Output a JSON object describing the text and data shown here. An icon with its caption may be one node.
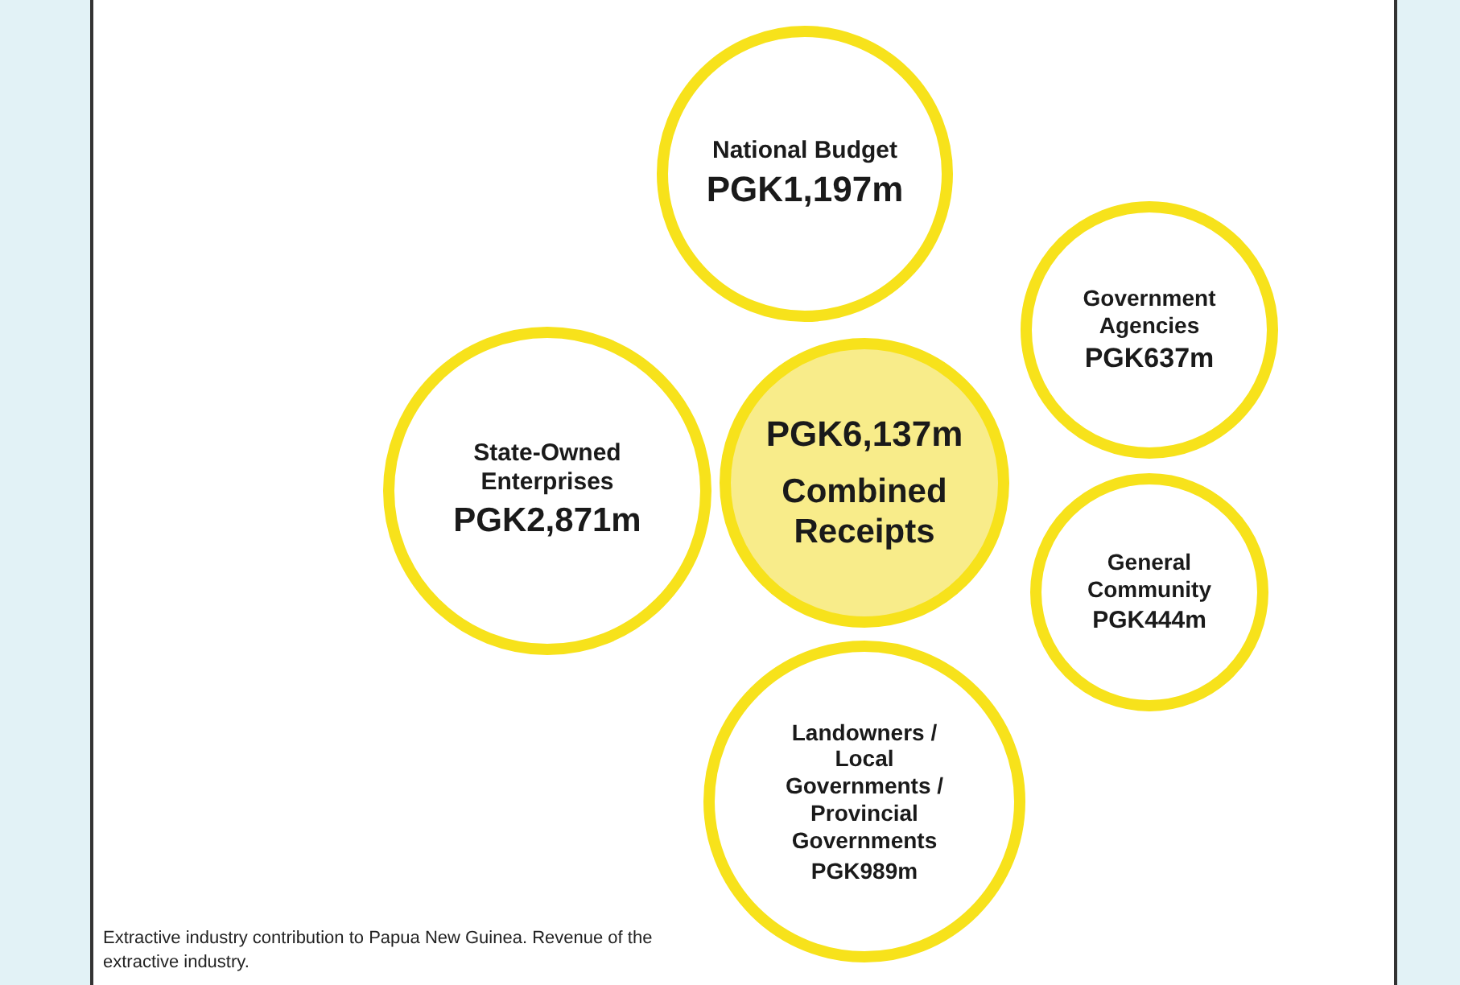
{
  "diagram": {
    "caption": "Extractive industry contribution to Papua New Guinea. Revenue of the extractive industry.",
    "nodes": [
      {
        "text": [
          "National Budget",
          "PGK1,197m"
        ]
      },
      {
        "text": [
          "Government Agencies",
          "PGK637m"
        ]
      },
      {
        "text": [
          "State-Owned Enterprises",
          "PGK2,871m"
        ]
      },
      {
        "text": [
          "PGK6,137m",
          "Combined Receipts"
        ]
      },
      {
        "text": [
          "General Community",
          "PGK444m"
        ]
      },
      {
        "text": [
          "Landowners / Local Governments / Provincial Governments",
          "PGK989m"
        ]
      }
    ]
  }
}
